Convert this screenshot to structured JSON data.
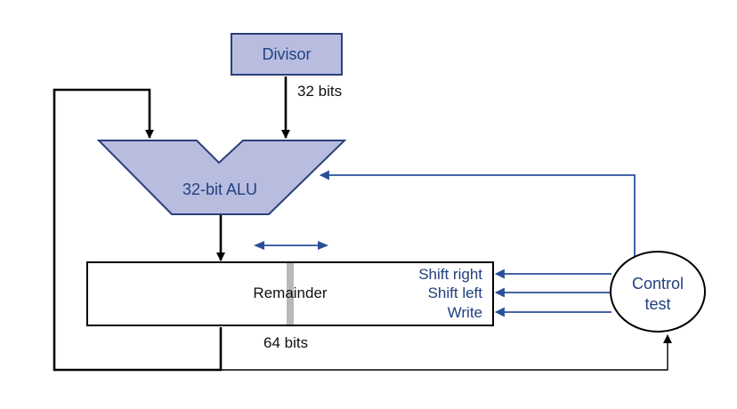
{
  "colors": {
    "box_fill": "#b8bde0",
    "box_stroke": "#2b3f7a",
    "control_blue": "#2a4f9a",
    "datapath": "#000000",
    "register_divider": "#b9b9b9"
  },
  "divisor": {
    "label": "Divisor",
    "width_label": "32 bits"
  },
  "alu": {
    "label": "32-bit ALU"
  },
  "remainder": {
    "label": "Remainder",
    "width_label": "64 bits",
    "shift_arrow_icon": "double-headed-arrow"
  },
  "control_signals": [
    "Shift right",
    "Shift left",
    "Write"
  ],
  "control": {
    "line1": "Control",
    "line2": "test"
  }
}
